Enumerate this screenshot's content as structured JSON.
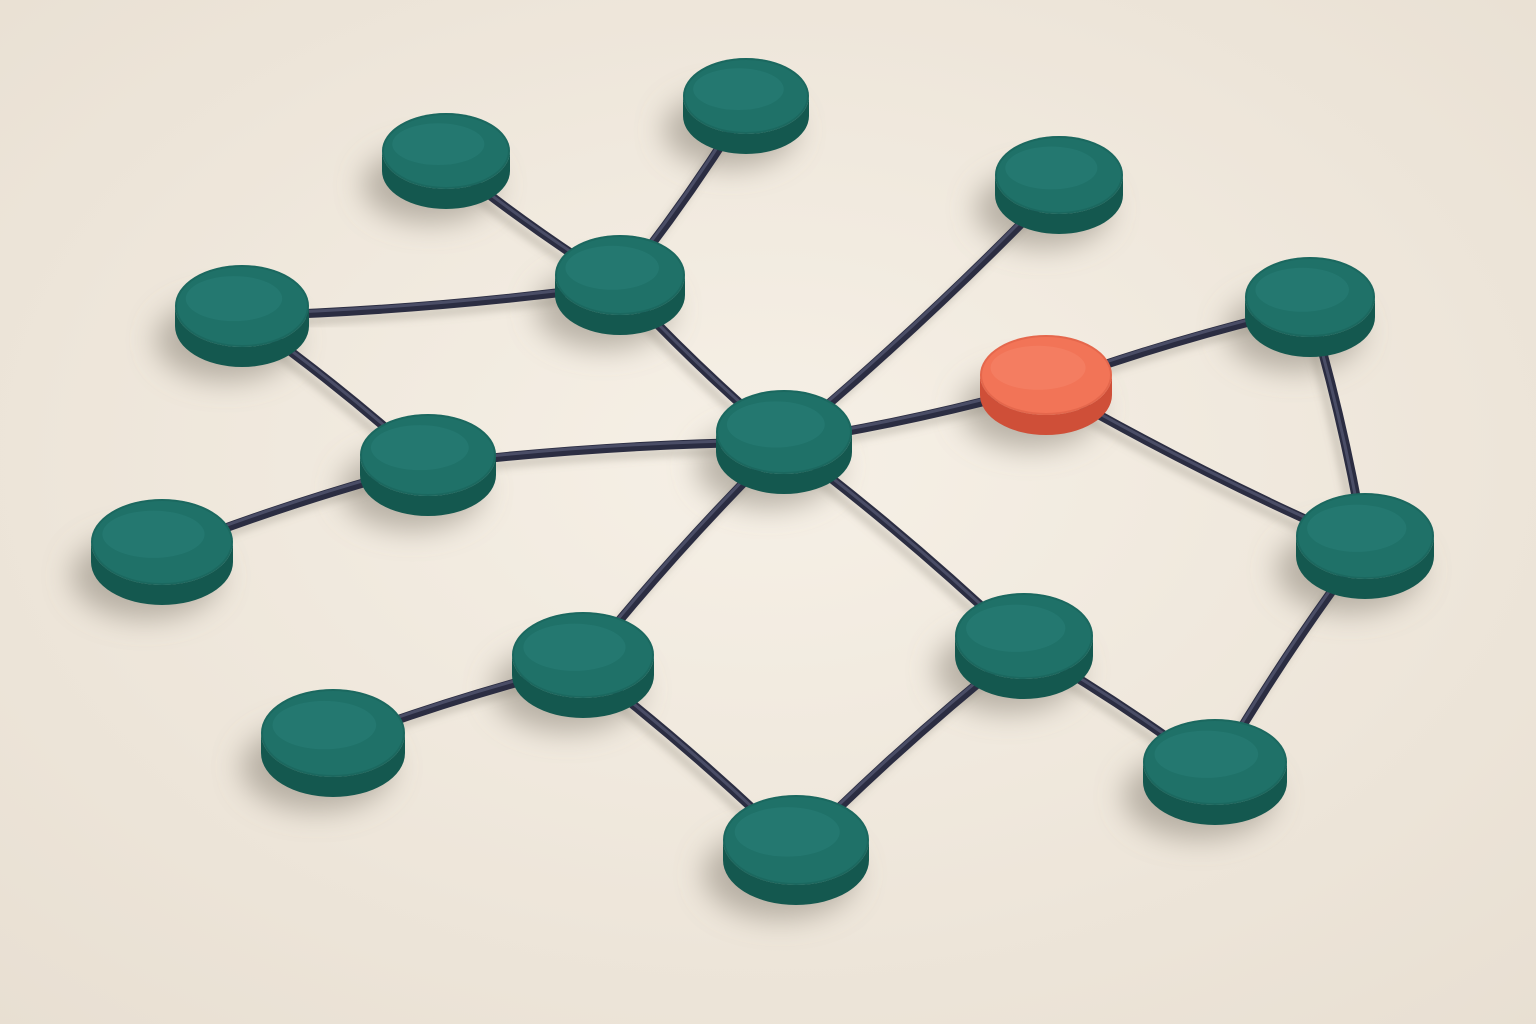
{
  "colors": {
    "background": "#f3ece1",
    "background_vignette": "#e8dfd2",
    "node_side": "#14584f",
    "node_top": "#1f7168",
    "node_top_highlight": "#2a817a",
    "highlight_node_side": "#cf4f38",
    "highlight_node_top": "#f27457",
    "highlight_node_top_highlight": "#f68a6f",
    "edge": "#2b2d42",
    "shadow": "#8a8476"
  },
  "diagram": {
    "type": "network-graph",
    "nodes": [
      {
        "id": "n1",
        "kind": "normal"
      },
      {
        "id": "n2",
        "kind": "normal"
      },
      {
        "id": "n3",
        "kind": "normal"
      },
      {
        "id": "n4",
        "kind": "normal"
      },
      {
        "id": "n5",
        "kind": "normal"
      },
      {
        "id": "n6",
        "kind": "normal"
      },
      {
        "id": "n7",
        "kind": "normal"
      },
      {
        "id": "n8",
        "kind": "highlighted"
      },
      {
        "id": "n9",
        "kind": "normal"
      },
      {
        "id": "n10",
        "kind": "normal"
      },
      {
        "id": "n11",
        "kind": "normal"
      },
      {
        "id": "n12",
        "kind": "normal"
      },
      {
        "id": "n13",
        "kind": "normal"
      },
      {
        "id": "n14",
        "kind": "normal"
      },
      {
        "id": "n15",
        "kind": "normal"
      },
      {
        "id": "n16",
        "kind": "normal"
      }
    ],
    "edges": [
      [
        "n1",
        "n3"
      ],
      [
        "n2",
        "n3"
      ],
      [
        "n4",
        "n3"
      ],
      [
        "n4",
        "n6"
      ],
      [
        "n3",
        "n7"
      ],
      [
        "n5",
        "n7"
      ],
      [
        "n6",
        "n9"
      ],
      [
        "n6",
        "n7"
      ],
      [
        "n7",
        "n8"
      ],
      [
        "n8",
        "n10"
      ],
      [
        "n8",
        "n11"
      ],
      [
        "n10",
        "n11"
      ],
      [
        "n7",
        "n12"
      ],
      [
        "n7",
        "n13"
      ],
      [
        "n12",
        "n14"
      ],
      [
        "n12",
        "n15"
      ],
      [
        "n13",
        "n15"
      ],
      [
        "n13",
        "n16"
      ],
      [
        "n11",
        "n16"
      ]
    ]
  }
}
